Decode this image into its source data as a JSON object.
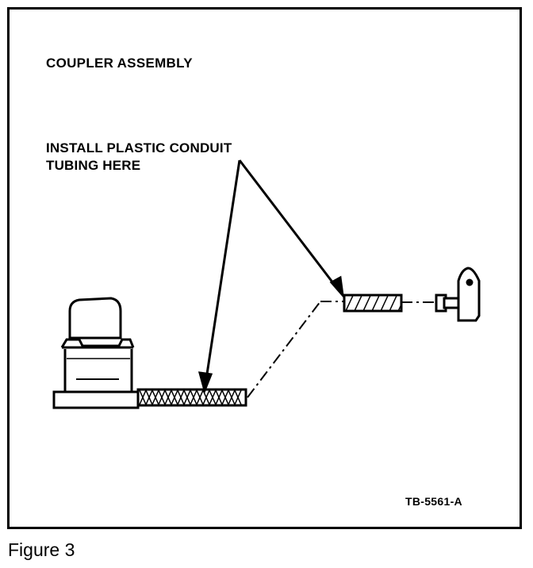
{
  "figure": {
    "title": "COUPLER ASSEMBLY",
    "callout_line1": "INSTALL PLASTIC CONDUIT",
    "callout_line2": "TUBING HERE",
    "code": "TB-5561-A",
    "caption": "Figure 3"
  },
  "colors": {
    "ink": "#000000",
    "paper": "#ffffff"
  }
}
